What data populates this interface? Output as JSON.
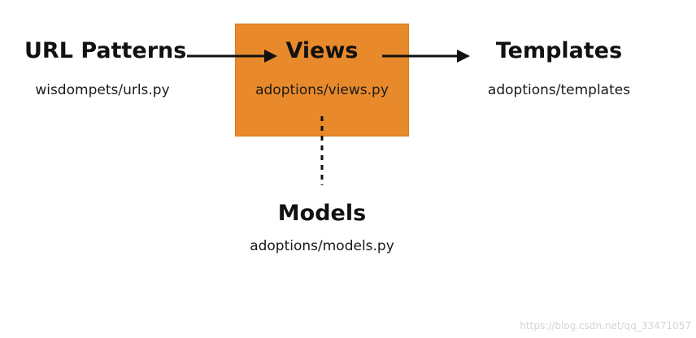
{
  "nodes": {
    "url_patterns": {
      "title": "URL Patterns",
      "file": "wisdompets/urls.py"
    },
    "views": {
      "title": "Views",
      "file": "adoptions/views.py"
    },
    "templates": {
      "title": "Templates",
      "file": "adoptions/templates"
    },
    "models": {
      "title": "Models",
      "file": "adoptions/models.py"
    }
  },
  "colors": {
    "highlight": "#e8892b",
    "arrow": "#111111",
    "text": "#111111"
  },
  "watermark": "https://blog.csdn.net/qq_33471057"
}
